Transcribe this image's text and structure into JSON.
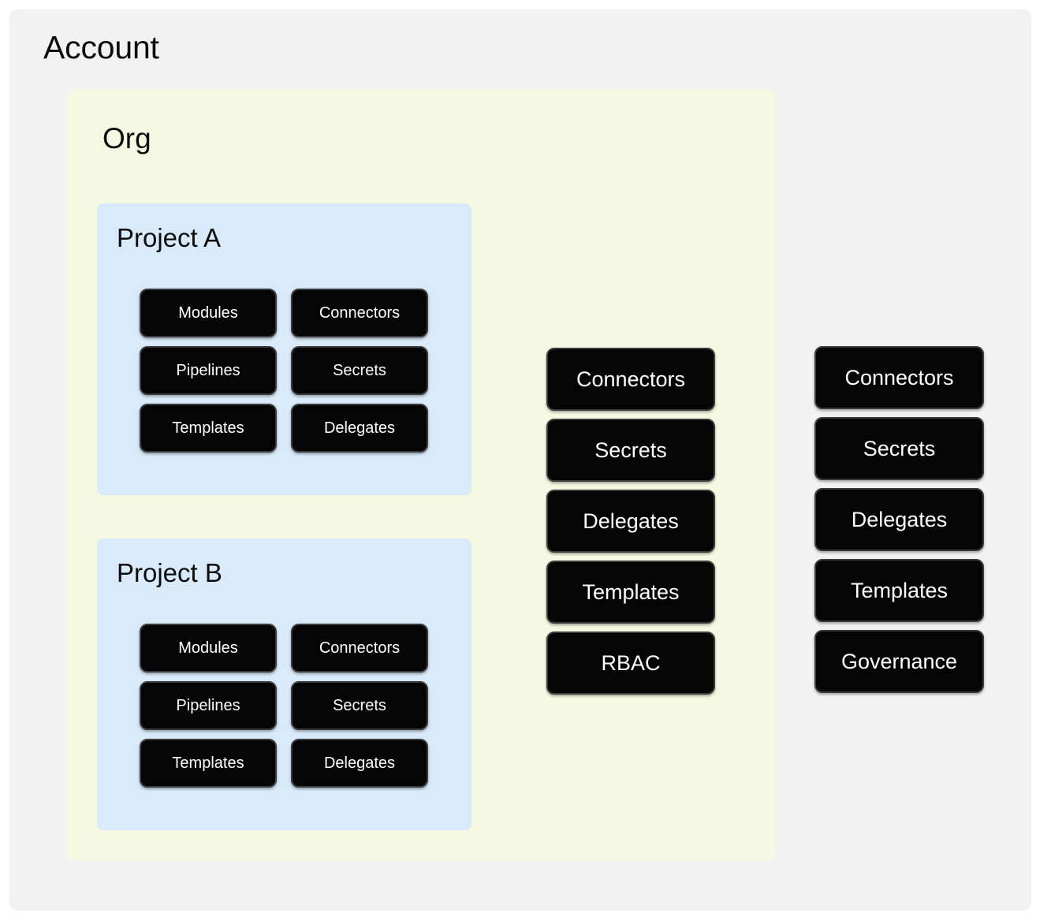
{
  "account": {
    "title": "Account",
    "background_color": "#f2f2f2",
    "resources": [
      {
        "label": "Connectors"
      },
      {
        "label": "Secrets"
      },
      {
        "label": "Delegates"
      },
      {
        "label": "Templates"
      },
      {
        "label": "Governance"
      }
    ]
  },
  "org": {
    "title": "Org",
    "background_color": "#f6f9e1",
    "resources": [
      {
        "label": "Connectors"
      },
      {
        "label": "Secrets"
      },
      {
        "label": "Delegates"
      },
      {
        "label": "Templates"
      },
      {
        "label": "RBAC"
      }
    ],
    "projects": [
      {
        "title": "Project A",
        "background_color": "#d9ebfb",
        "resources": [
          {
            "label": "Modules"
          },
          {
            "label": "Connectors"
          },
          {
            "label": "Pipelines"
          },
          {
            "label": "Secrets"
          },
          {
            "label": "Templates"
          },
          {
            "label": "Delegates"
          }
        ]
      },
      {
        "title": "Project B",
        "background_color": "#d9ebfb",
        "resources": [
          {
            "label": "Modules"
          },
          {
            "label": "Connectors"
          },
          {
            "label": "Pipelines"
          },
          {
            "label": "Secrets"
          },
          {
            "label": "Templates"
          },
          {
            "label": "Delegates"
          }
        ]
      }
    ]
  },
  "theme": {
    "page_background": "#ffffff",
    "chip_background": "#050505",
    "chip_border": "#3b3b3b",
    "chip_text": "#ffffff",
    "heading_text": "#0d0d0d"
  }
}
